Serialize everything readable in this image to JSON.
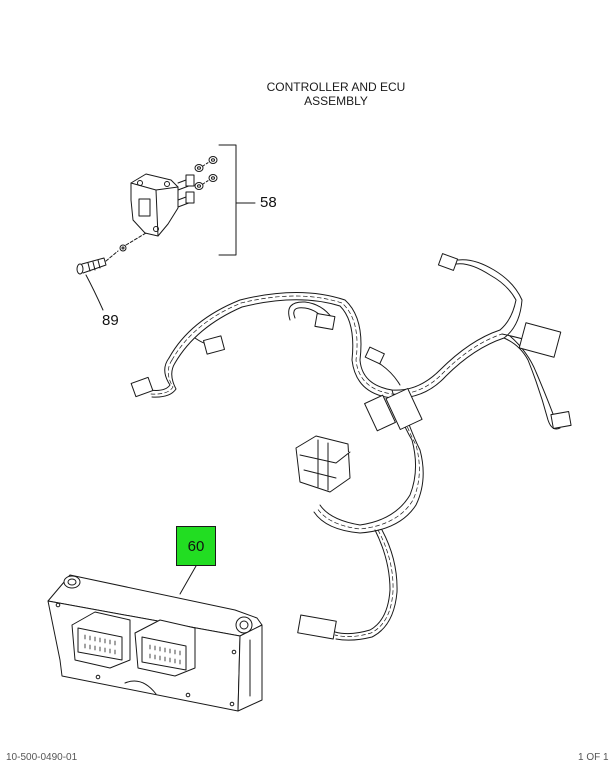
{
  "title": {
    "line1": "CONTROLLER AND ECU",
    "line2": "ASSEMBLY"
  },
  "callouts": {
    "bracket_assembly": "58",
    "bolt": "89",
    "ecu": "60"
  },
  "highlight_color": "#22dd22",
  "footer": {
    "left": "10-500-0490-01",
    "right": "1 OF 1"
  }
}
